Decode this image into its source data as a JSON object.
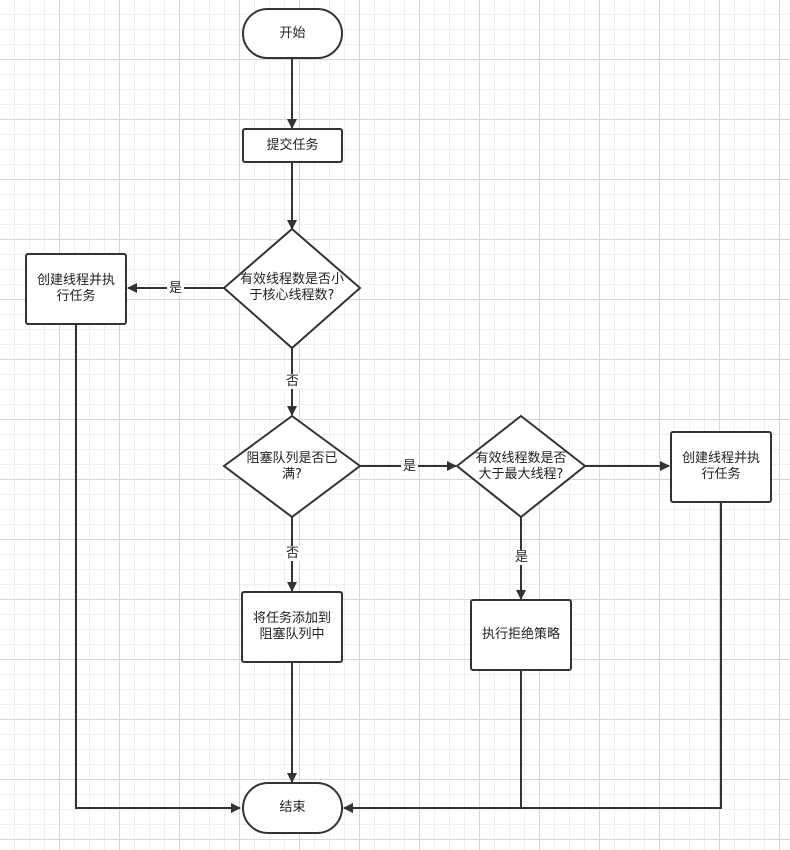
{
  "nodes": {
    "start": "开始",
    "submit": "提交任务",
    "decision_core": "有效线程数是否小于核心线程数?",
    "create_core": "创建线程并执行任务",
    "decision_queue_full": "阻塞队列是否已满?",
    "decision_max": "有效线程数是否大于最大线程?",
    "create_extra": "创建线程并执行任务",
    "add_queue": "将任务添加到阻塞队列中",
    "reject": "执行拒绝策略",
    "end": "结束"
  },
  "edges": {
    "yes": "是",
    "no": "否"
  },
  "colors": {
    "stroke": "#333333",
    "grid_major": "#d6d6d6",
    "grid_minor": "#efefef"
  }
}
